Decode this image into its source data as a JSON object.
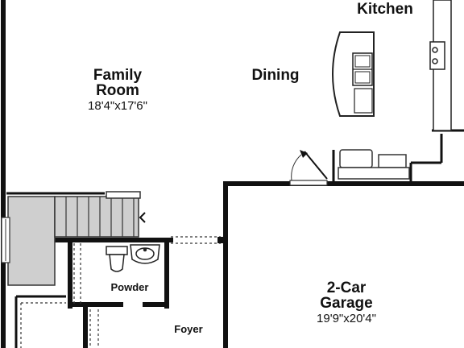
{
  "rooms": {
    "kitchen": {
      "name": "Kitchen"
    },
    "family": {
      "name_line1": "Family",
      "name_line2": "Room",
      "dims": "18'4\"x17'6\""
    },
    "dining": {
      "name": "Dining"
    },
    "garage": {
      "name_line1": "2-Car",
      "name_line2": "Garage",
      "dims": "19'9\"x20'4\""
    },
    "powder": {
      "name": "Powder"
    },
    "foyer": {
      "name": "Foyer"
    }
  },
  "colors": {
    "wall": "#111111",
    "stair_fill": "#cfcfcf",
    "fixture_stroke": "#222222",
    "dashed": "#333333"
  }
}
